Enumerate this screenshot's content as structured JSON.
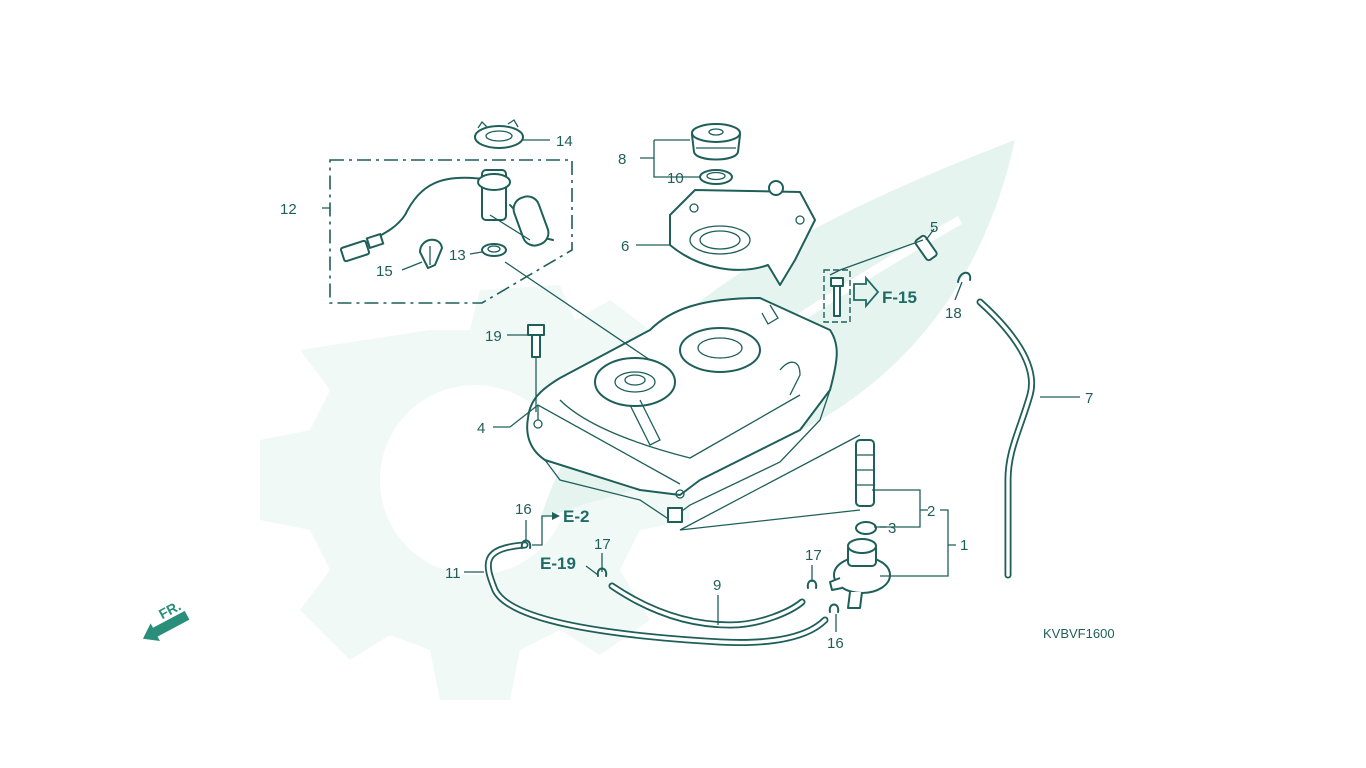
{
  "diagram_code": "KVBVF1600",
  "direction": {
    "label": "FR.",
    "icon": "front-direction-arrow-icon"
  },
  "watermark": {
    "icon": "gear-leaf-watermark-icon",
    "color": "#e6f4f0"
  },
  "colors": {
    "line": "#1f5f5a",
    "arrow": "#2a8f7a"
  },
  "references": [
    {
      "id": "ref-e2",
      "label": "E-2"
    },
    {
      "id": "ref-e19",
      "label": "E-19"
    },
    {
      "id": "ref-f15",
      "label": "F-15"
    }
  ],
  "callouts": [
    {
      "id": "c1",
      "label": "1"
    },
    {
      "id": "c2",
      "label": "2"
    },
    {
      "id": "c3",
      "label": "3"
    },
    {
      "id": "c4",
      "label": "4"
    },
    {
      "id": "c5",
      "label": "5"
    },
    {
      "id": "c6",
      "label": "6"
    },
    {
      "id": "c7",
      "label": "7"
    },
    {
      "id": "c8",
      "label": "8"
    },
    {
      "id": "c9",
      "label": "9"
    },
    {
      "id": "c10",
      "label": "10"
    },
    {
      "id": "c11",
      "label": "11"
    },
    {
      "id": "c12",
      "label": "12"
    },
    {
      "id": "c13",
      "label": "13"
    },
    {
      "id": "c14",
      "label": "14"
    },
    {
      "id": "c15",
      "label": "15"
    },
    {
      "id": "c16a",
      "label": "16"
    },
    {
      "id": "c16b",
      "label": "16"
    },
    {
      "id": "c17a",
      "label": "17"
    },
    {
      "id": "c17b",
      "label": "17"
    },
    {
      "id": "c18",
      "label": "18"
    },
    {
      "id": "c19",
      "label": "19"
    }
  ]
}
